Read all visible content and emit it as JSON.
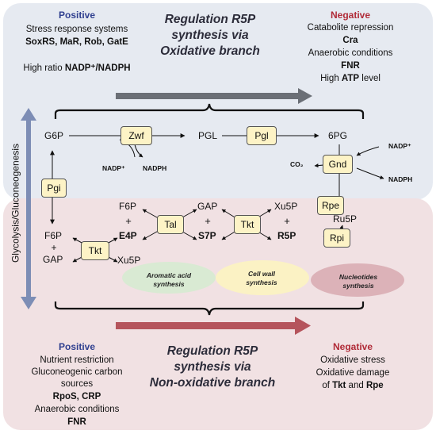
{
  "top": {
    "positive": {
      "heading": "Positive",
      "line1": "Stress response systems",
      "line2": "SoxRS, MaR, Rob, GatE",
      "ratio_prefix": "High ratio ",
      "ratio_bold": "NADP⁺/NADPH"
    },
    "title": {
      "line1": "Regulation R5P",
      "line2": "synthesis via",
      "line3": "Oxidative branch"
    },
    "negative": {
      "heading": "Negative",
      "line1": "Catabolite repression",
      "line2": "Cra",
      "line3": "Anaerobic conditions",
      "line4": "FNR",
      "line5_prefix": "High ",
      "line5_bold": "ATP",
      "line5_suffix": " level"
    }
  },
  "side_label": "Glycolysis/Gluconeogenesis",
  "metabolites": {
    "g6p": "G6P",
    "pgl": "PGL",
    "6pg": "6PG",
    "f6p_left": "F6P",
    "gap_left": "GAP",
    "xu5p_left": "Xu5P",
    "f6p_mid": "F6P",
    "e4p": "E4P",
    "gap_mid": "GAP",
    "s7p": "S7P",
    "xu5p_mid": "Xu5P",
    "r5p": "R5P",
    "ru5p": "Ru5P",
    "plus": "+"
  },
  "cofactors": {
    "nadp_zwf": "NADP⁺",
    "nadph_zwf": "NADPH",
    "nadp_gnd": "NADP⁺",
    "co2": "CO₂",
    "nadph_gnd": "NADPH"
  },
  "enzymes": {
    "zwf": "Zwf",
    "pgl": "Pgl",
    "gnd": "Gnd",
    "pgi": "Pgi",
    "tal": "Tal",
    "tkt_mid": "Tkt",
    "tkt_left": "Tkt",
    "rpe": "Rpe",
    "rpi": "Rpi"
  },
  "synthesis": {
    "aromatic_l1": "Aromatic acid",
    "aromatic_l2": "synthesis",
    "cellwall_l1": "Cell wall",
    "cellwall_l2": "synthesis",
    "nucleotides_l1": "Nucleotides",
    "nucleotides_l2": "synthesis"
  },
  "bottom": {
    "positive": {
      "heading": "Positive",
      "line1": "Nutrient restriction",
      "line2": "Gluconeogenic carbon",
      "line3": "sources",
      "line4": "RpoS, CRP",
      "line5": "Anaerobic conditions",
      "line6": "FNR"
    },
    "title": {
      "line1": "Regulation R5P",
      "line2": "synthesis via",
      "line3": "Non-oxidative branch"
    },
    "negative": {
      "heading": "Negative",
      "line1": "Oxidative stress",
      "line2": "Oxidative damage",
      "line3_prefix": "of ",
      "line3_bold1": "Tkt",
      "line3_mid": " and ",
      "line3_bold2": "Rpe"
    }
  },
  "colors": {
    "top_bg": "#e6eaf1",
    "bottom_bg": "#f1e1e3",
    "positive": "#2f3f8f",
    "negative": "#b02a37",
    "top_arrow": "#6b6f76",
    "bottom_arrow": "#b5545c",
    "side_arrow": "#7d8db5",
    "enzyme_fill": "#fdf3c6"
  }
}
